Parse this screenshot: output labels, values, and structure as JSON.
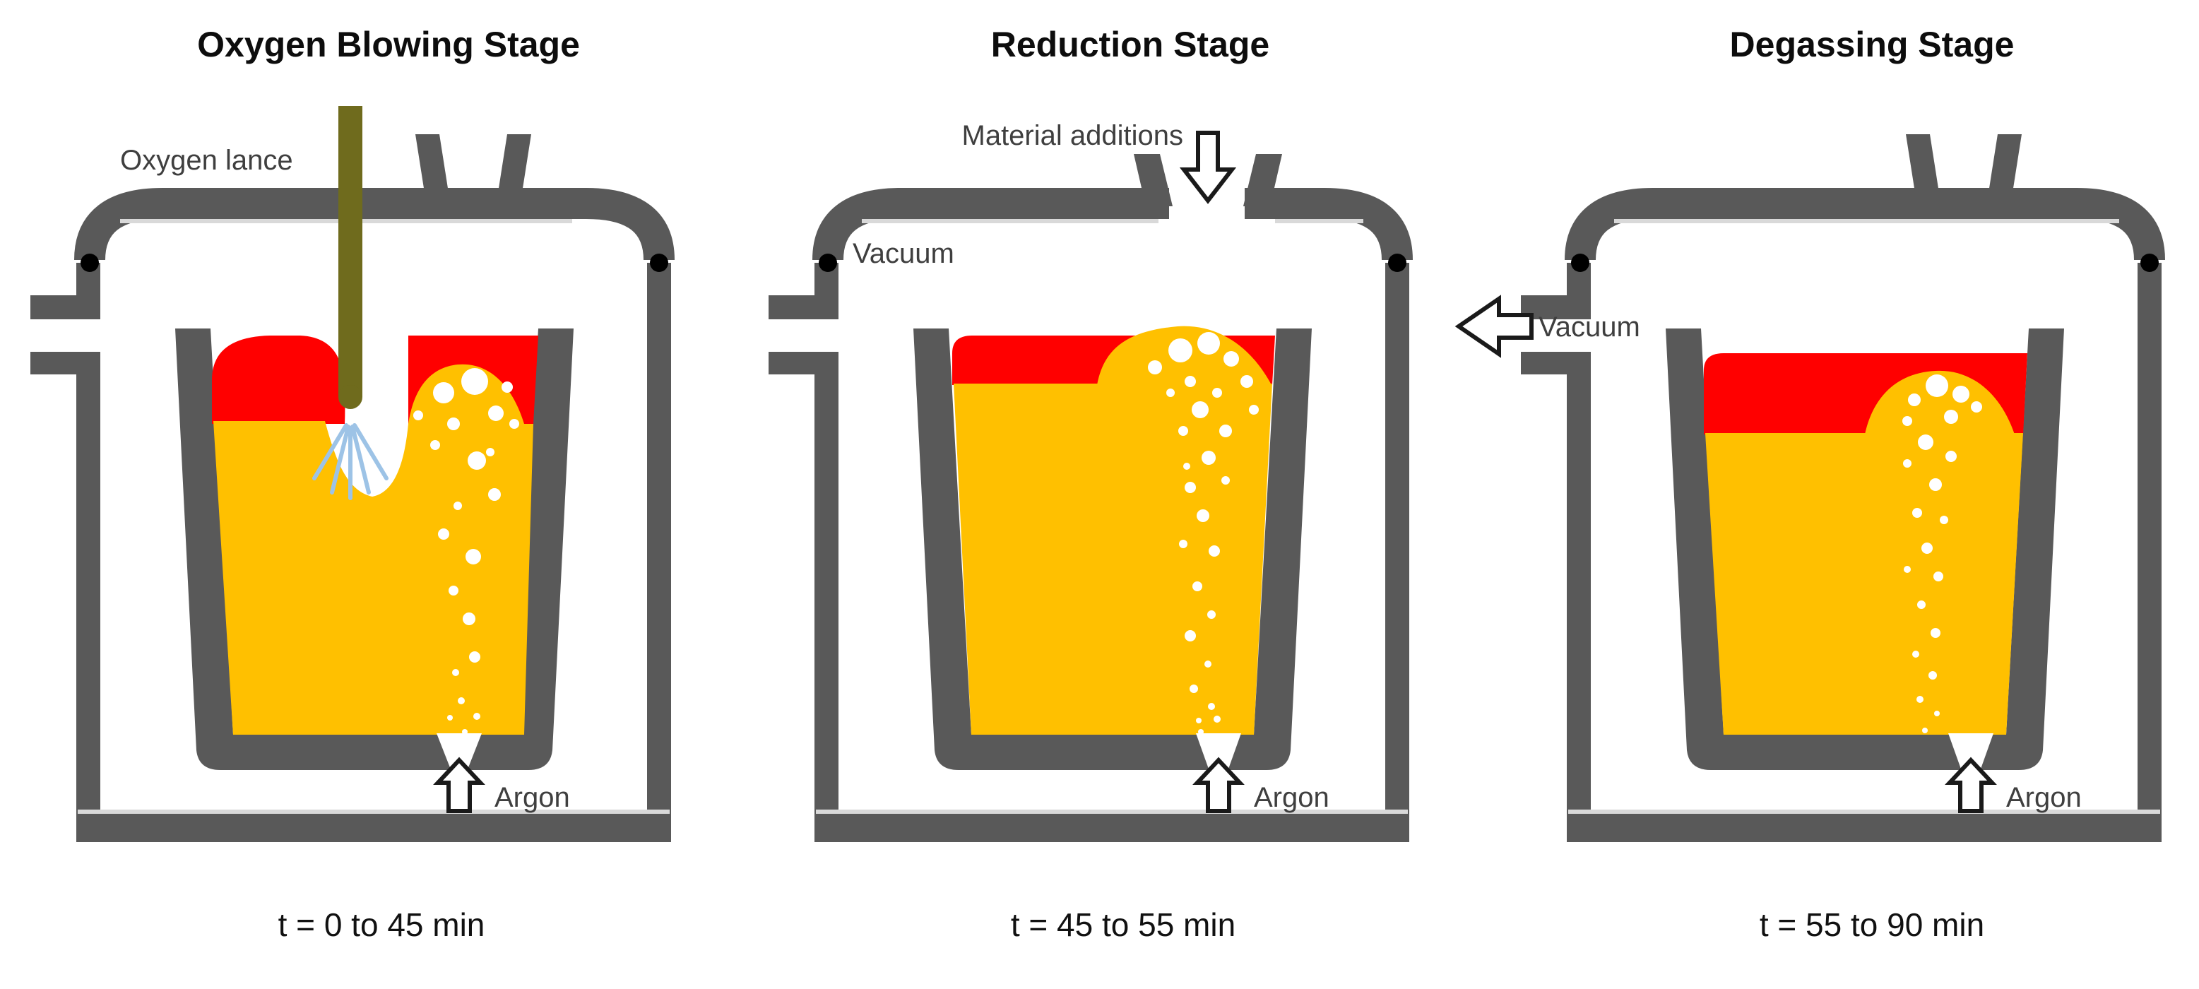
{
  "diagram": {
    "colors": {
      "vessel_gray": "#595959",
      "bevel_gray": "#d9d9d9",
      "slag_red": "#ff0000",
      "steel_orange": "#ffc000",
      "lance_olive": "#6f6b1d",
      "spray_blue": "#9dc3e6",
      "bubble_white": "#ffffff",
      "arrow_outline": "#1a1a1a",
      "pivot_black": "#000000",
      "background": "#ffffff",
      "label_gray": "#3f3f3f",
      "title_black": "#0d0d0d"
    },
    "panels": [
      {
        "id": "oxygen-blowing",
        "title": "Oxygen Blowing Stage",
        "lance_label": "Oxygen lance",
        "argon_label": "Argon",
        "time_label": "t = 0 to 45 min"
      },
      {
        "id": "reduction",
        "title": "Reduction Stage",
        "material_label": "Material additions",
        "vacuum_label": "Vacuum",
        "argon_label": "Argon",
        "time_label": "t = 45 to 55 min"
      },
      {
        "id": "degassing",
        "title": "Degassing Stage",
        "vacuum_label": "Vacuum",
        "argon_label": "Argon",
        "time_label": "t = 55 to 90 min"
      }
    ]
  }
}
